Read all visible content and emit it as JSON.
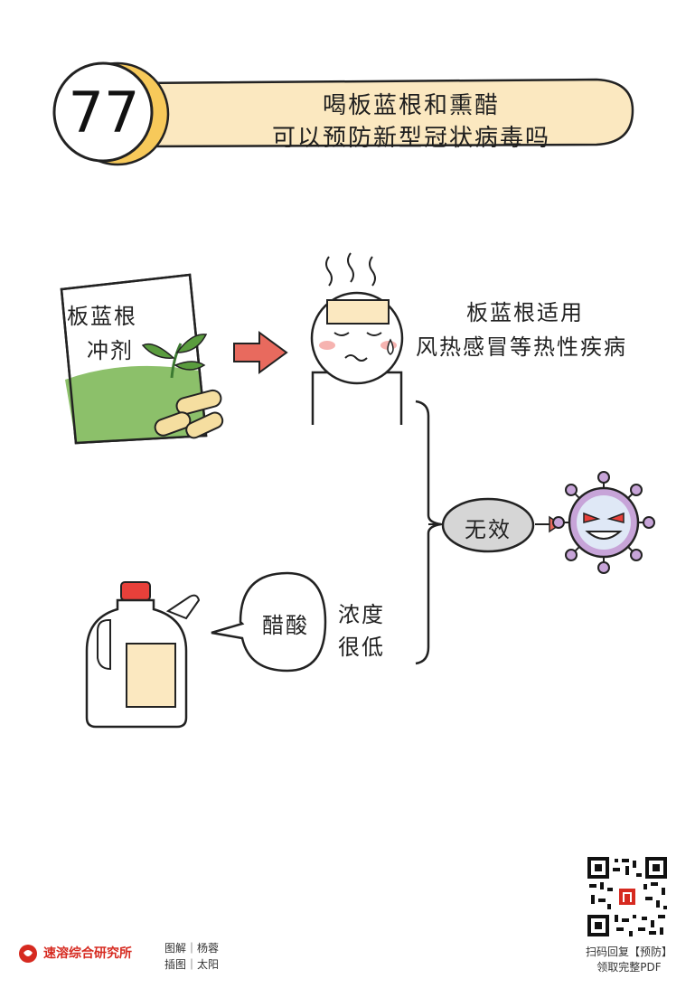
{
  "badge": {
    "number": "77"
  },
  "title": {
    "line1": "喝板蓝根和熏醋",
    "line2": "可以预防新型冠状病毒吗"
  },
  "package": {
    "line1": "板蓝根",
    "line2": "冲剂"
  },
  "suitability": {
    "line1": "板蓝根适用",
    "line2": "风热感冒等热性疾病"
  },
  "ineffective_label": "无效",
  "vinegar_bubble": "醋酸",
  "concentration": {
    "line1": "浓度",
    "line2": "很低"
  },
  "footer": {
    "brand": "速溶综合研究所",
    "credit1": "图解｜杨蓉",
    "credit2": "插图｜太阳",
    "qr_line1": "扫码回复【预防】",
    "qr_line2": "领取完整PDF"
  },
  "colors": {
    "banner": "#fbe8c0",
    "badge_shadow": "#f7c95a",
    "arrow": "#e86a5e",
    "green": "#8cc06a",
    "virus": "#c7a4d8",
    "brand": "#d62a20"
  }
}
